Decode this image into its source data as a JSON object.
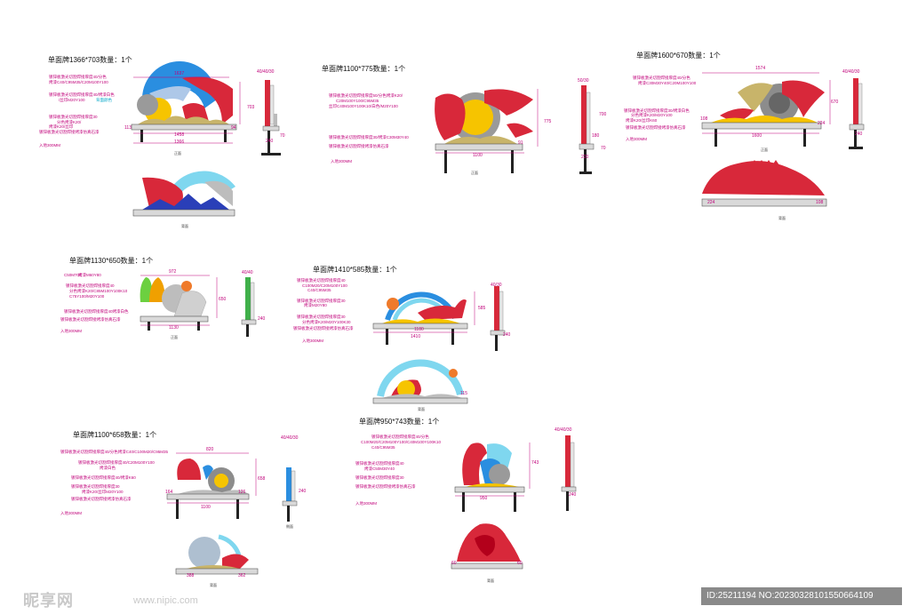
{
  "signs": [
    {
      "title": "单面牌1366*703数量：1个",
      "labels": [
        "镀锌板激光切割焊接厚度40/分色",
        "烤漆C40/C95M35/C20M100Y100",
        "镀锌板激光切割焊接厚度40/烤漆白色",
        "/丝印M20Y100",
        "背面颜色",
        "镀锌板激光切割焊接厚度30",
        "分色烤漆K20/",
        "烤漆K20/丝印",
        "镀锌板激光切割焊接烤漆仿真石漆",
        "入地300MM"
      ],
      "dims": [
        "1637",
        "1458",
        "1366",
        "113",
        "94",
        "703",
        "70",
        "40/40/30",
        "240"
      ],
      "captions": [
        "正面",
        "背面"
      ]
    },
    {
      "title": "单面牌1100*775数量：1个",
      "labels": [
        "镀锌板激光切割焊接厚度50/分色烤漆K20/",
        "C20M100Y100/C95M35",
        "丝印C40M100Y100K10/白色/M20Y100",
        "镀锌板激光切割焊接厚度30/烤漆C30M30Y40",
        "镀锌板激光切割焊接烤漆仿真石漆",
        "入地300MM"
      ],
      "dims": [
        "1100",
        "775",
        "700",
        "91",
        "50/30",
        "70",
        "220",
        "180"
      ],
      "captions": [
        "正面"
      ]
    },
    {
      "title": "单面牌1600*670数量：1个",
      "labels": [
        "镀锌板激光切割焊接厚度40/分色",
        "烤漆C30M30Y40/C20M100Y100",
        "镀锌板激光切割焊接厚度30/烤漆白色",
        "分色烤漆K20/M20Y100",
        "烤漆K20/丝印K60",
        "镀锌板激光切割焊接烤漆仿真石漆",
        "入地300MM"
      ],
      "dims": [
        "1574",
        "1600",
        "108",
        "224",
        "670",
        "40/40/30",
        "240",
        "224",
        "108"
      ],
      "captions": [
        "正面",
        "背面"
      ]
    },
    {
      "title": "单面牌1130*650数量：1个",
      "labels": [
        "C50M70C",
        "烤漆M60Y80",
        "镀锌板激光切割焊接厚度40",
        "分色烤漆K20/C85M100Y100K10",
        "C75Y100/M20Y100",
        "镀锌板激光切割焊接厚度40烤漆白色",
        "镀锌板激光切割焊接烤漆仿真石漆",
        "入地300MM"
      ],
      "dims": [
        "972",
        "1130",
        "650",
        "40/40",
        "240"
      ],
      "captions": [
        "正面"
      ]
    },
    {
      "title": "单面牌1410*585数量：1个",
      "labels": [
        "镀锌板激光切割焊接厚度40",
        "C100M20/C20M100Y100",
        "C40/C95M35",
        "镀锌板激光切割焊接厚度30",
        "烤漆M20Y80",
        "镀锌板激光切割焊接厚度30",
        "分色烤漆K20/M20Y100K30",
        "镀锌板激光切割焊接烤漆仿真石漆",
        "入地300MM"
      ],
      "dims": [
        "1410",
        "1180",
        "115",
        "585",
        "40/30",
        "240"
      ],
      "captions": [
        "背面"
      ]
    },
    {
      "title": "单面牌1100*658数量：1个",
      "labels": [
        "镀锌板激光切割焊接厚度40/分色烤漆C40/C100M20/C95M35",
        "镀锌板激光切割焊接厚度40/C20M100Y100",
        "烤漆白色",
        "镀锌板激光切割焊接厚度40/烤漆K60",
        "镀锌板激光切割焊接厚度30",
        "烤漆K20/丝印M20Y100",
        "镀锌板激光切割焊接烤漆仿真石漆",
        "入地300MM"
      ],
      "dims": [
        "820",
        "1100",
        "164",
        "126",
        "658",
        "40/40/30",
        "240",
        "388",
        "362"
      ],
      "captions": [
        "侧面",
        "背面"
      ]
    },
    {
      "title": "单面牌950*743数量：1个",
      "labels": [
        "镀锌板激光切割焊接厚度40/分色",
        "C100M20/C20M100Y100/C40M100Y100K10",
        "C40/C95M35",
        "镀锌板激光切割焊接厚度40",
        "烤漆C50M30Y40",
        "镀锌板激光切割焊接厚度30",
        "镀锌板激光切割焊接烤漆仿真石漆",
        "入地300MM"
      ],
      "dims": [
        "950",
        "743",
        "40/40/30",
        "240",
        "60",
        "60"
      ],
      "captions": [
        "背面"
      ]
    }
  ],
  "watermark": {
    "site_name": "昵享网",
    "site_url": "www.nipic.com",
    "id_text": "ID:25211194 NO:20230328101550664109"
  }
}
